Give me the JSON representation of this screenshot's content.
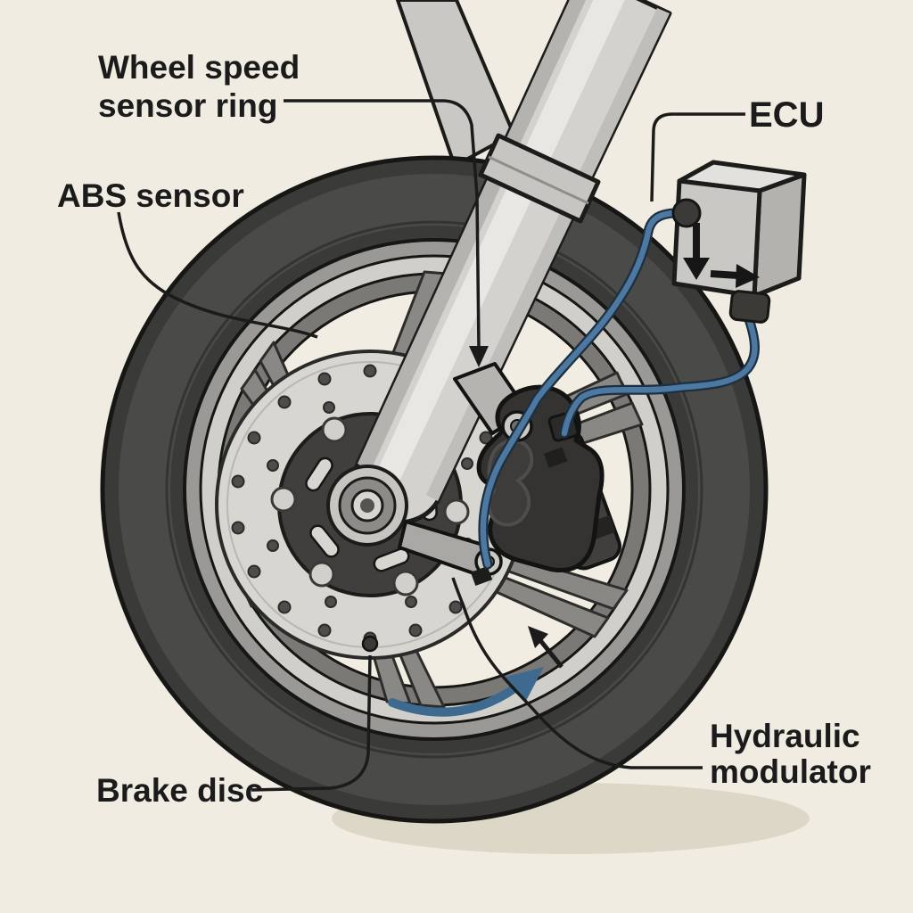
{
  "diagram": {
    "subject": "Motorcycle front-wheel ABS components",
    "labels": {
      "wheel_speed_sensor_ring": {
        "line1": "Wheel speed",
        "line2": "sensor ring"
      },
      "abs_sensor": "ABS sensor",
      "ecu": "ECU",
      "brake_disc": "Brake disc",
      "hydraulic_modulator": {
        "line1": "Hydraulic",
        "line2": "modulator"
      }
    },
    "icons": {
      "fork_leader_arrow": "down-arrow",
      "ecu_face_arrow_1": "down-arrow",
      "ecu_face_arrow_2": "right-arrow",
      "caliper_flow_arrow": "up-left-arrow",
      "wheel_rotation_arrow": "curved-rotation-arrow"
    },
    "colors": {
      "background": "#f0ece2",
      "label_text": "#1b1b1b",
      "leader_line": "#1b1b1b",
      "tire": "#3a3a39",
      "tire_inner": "#4a4a48",
      "rim_silver": "#d0cfca",
      "rim_mid": "#9a9996",
      "rim_well": "#7a7976",
      "spoke_gray": "#8a8885",
      "disc_face": "#d8d6d1",
      "hub_carrier": "#403f3d",
      "fork_gray": "#d3d2cf",
      "fork_highlight": "#e8e7e4",
      "caliper_dark": "#343332",
      "ecu_body": "#c9c8c5",
      "ecu_top": "#e2e1dd",
      "ecu_side": "#b3b2ae",
      "wire_blue": "#4c78a1",
      "wire_outline": "#1d3040",
      "rotation_arrow_blue": "#3e6a90",
      "shadow": "#ddd7c7"
    }
  }
}
